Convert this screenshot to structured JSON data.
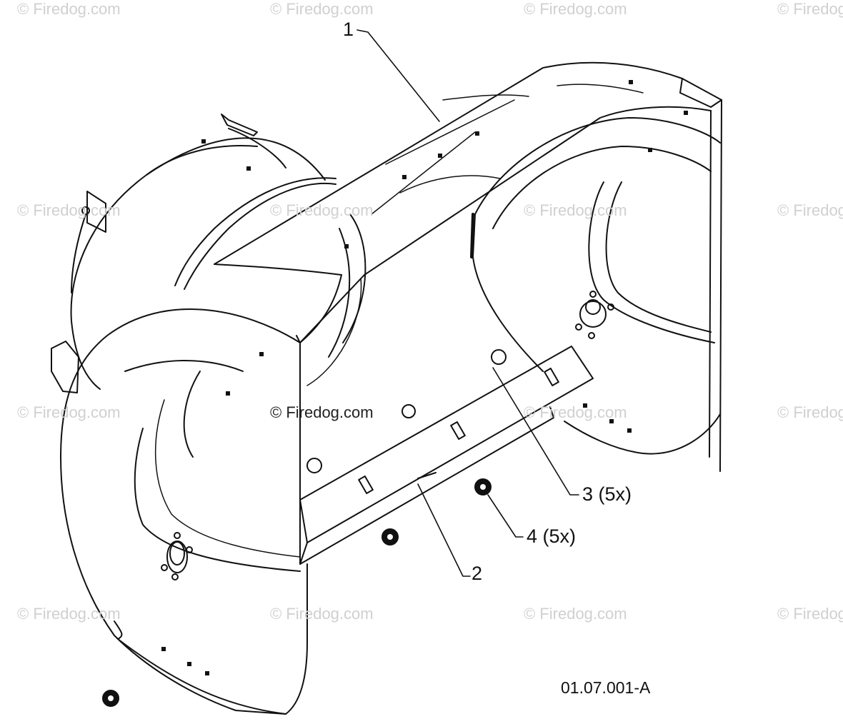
{
  "watermark": "© Firedog.com",
  "center_watermark": "© Firedog.com",
  "callouts": {
    "c1": "1",
    "c2": "2",
    "c3": "3 (5x)",
    "c4": "4 (5x)"
  },
  "reference_code": "01.07.001-A",
  "colors": {
    "line": "#111111",
    "watermark": "#d0d0d0",
    "background": "#ffffff"
  }
}
